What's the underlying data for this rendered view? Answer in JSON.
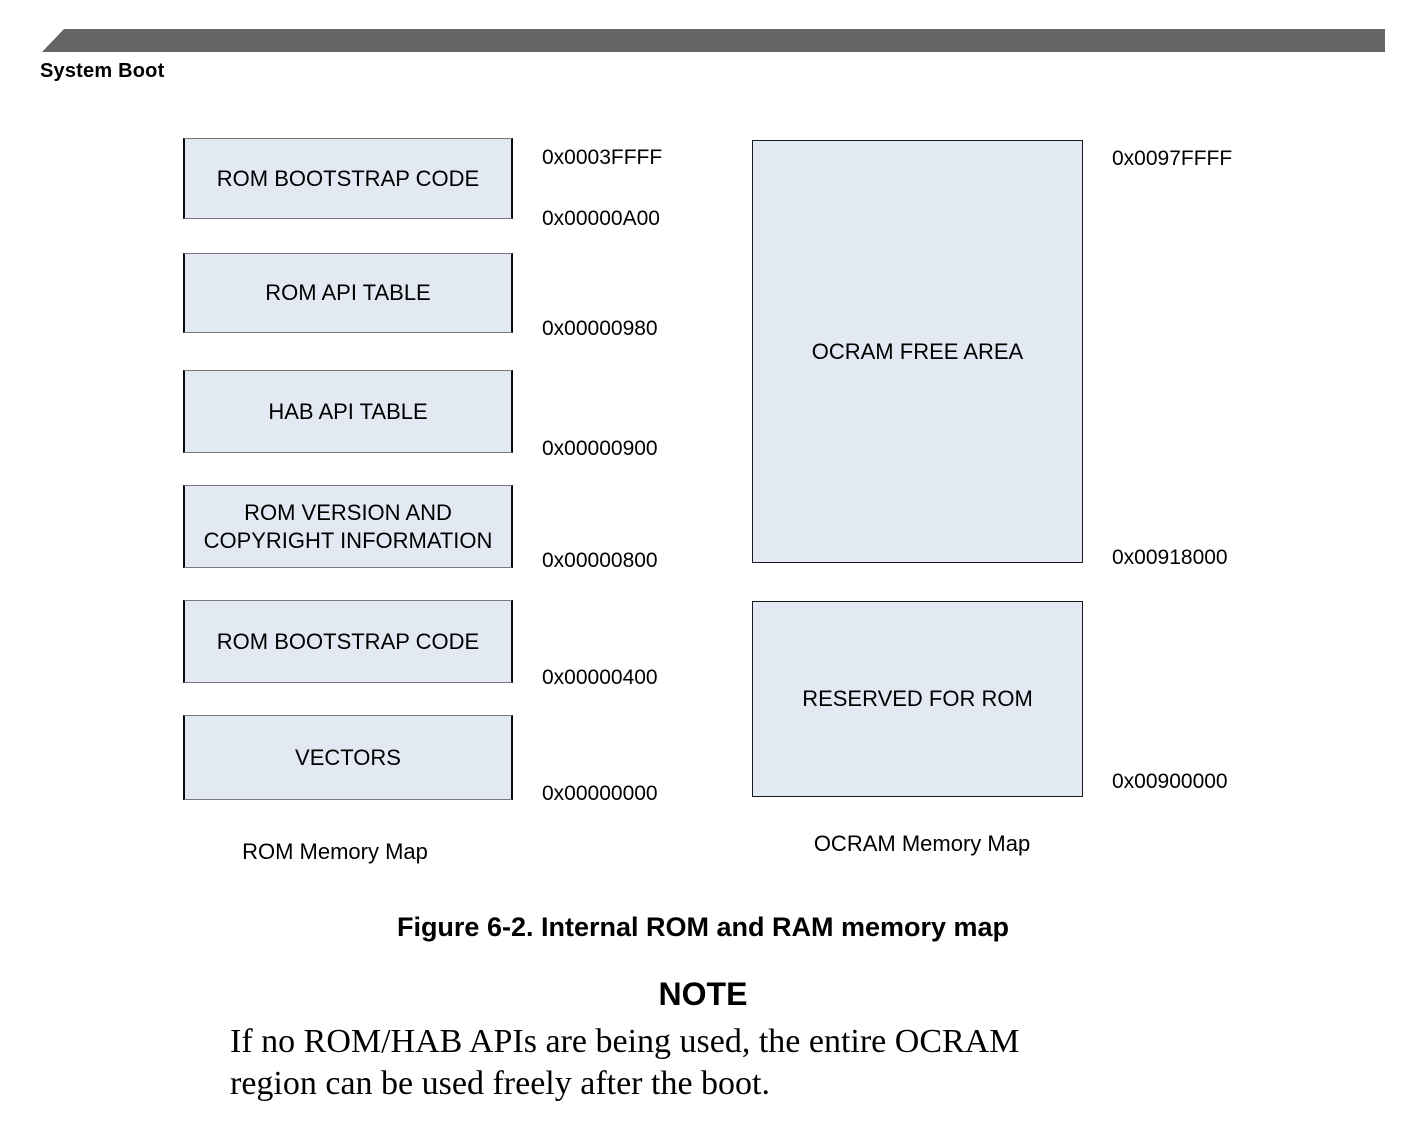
{
  "header": {
    "chapter_title": "System Boot"
  },
  "figure": {
    "rom_map": {
      "block_labels": [
        "ROM BOOTSTRAP CODE",
        "ROM API TABLE",
        "HAB API TABLE",
        "ROM VERSION AND COPYRIGHT INFORMATION",
        "ROM BOOTSTRAP CODE",
        "VECTORS"
      ],
      "addresses": [
        "0x0003FFFF",
        "0x00000A00",
        "0x00000980",
        "0x00000900",
        "0x00000800",
        "0x00000400",
        "0x00000000"
      ],
      "caption": "ROM Memory Map"
    },
    "ocram_map": {
      "block_labels": [
        "OCRAM FREE AREA",
        "RESERVED FOR ROM"
      ],
      "addresses": [
        "0x0097FFFF",
        "0x00918000",
        "0x00900000"
      ],
      "caption": "OCRAM Memory Map"
    },
    "caption": "Figure 6-2. Internal ROM and RAM memory map"
  },
  "note": {
    "heading": "NOTE",
    "lines": [
      "If no ROM/HAB APIs are being used, the entire OCRAM",
      "region can be used freely after the boot."
    ]
  },
  "colors": {
    "block_fill": "#e3e9f3",
    "header_bar": "#656565"
  }
}
